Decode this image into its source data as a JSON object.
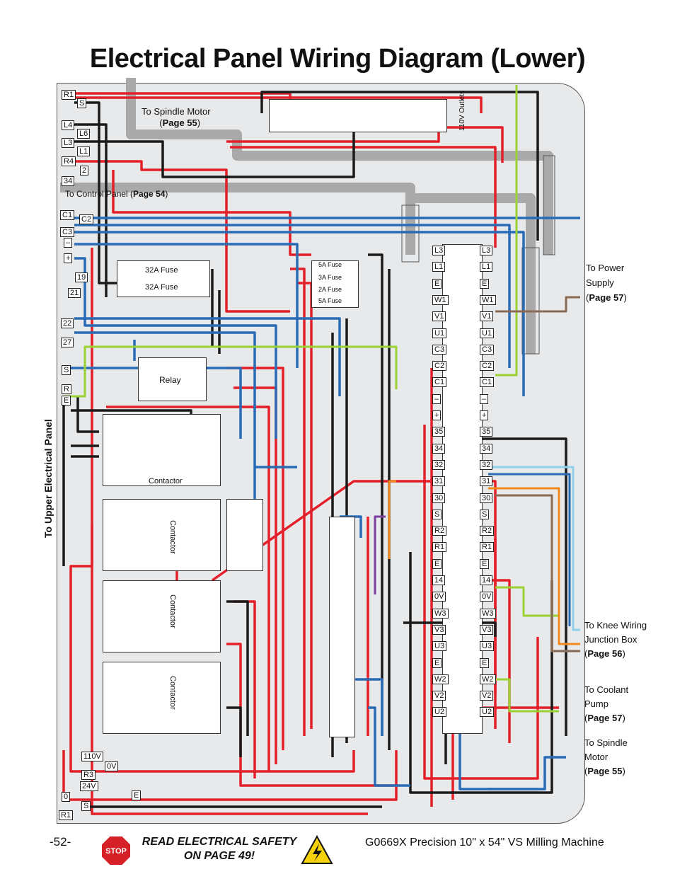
{
  "title": "Electrical Panel Wiring Diagram (Lower)",
  "callouts": {
    "spindle_motor_top": "To Spindle Motor",
    "spindle_motor_top_page": "Page 55",
    "control_panel": "To Control Panel (",
    "control_panel_page": "Page 54",
    "upper_panel": "To Upper Electrical Panel",
    "power_supply_1": "To Power",
    "power_supply_2": "Supply",
    "power_supply_page": "Page 57",
    "knee_1": "To Knee Wiring",
    "knee_2": "Junction Box",
    "knee_page": "Page 56",
    "coolant_1": "To Coolant",
    "coolant_2": "Pump",
    "coolant_page": "Page 57",
    "spindle_1": "To Spindle",
    "spindle_2": "Motor",
    "spindle_page": "Page 55",
    "outlets": "110V Outlets"
  },
  "components": {
    "fuse_32a": "32A Fuse",
    "relay": "Relay",
    "contactor": "Contactor",
    "fuse_5a": "5A Fuse",
    "fuse_3a": "3A Fuse",
    "fuse_2a": "2A Fuse"
  },
  "left_labels": [
    "R1",
    "S",
    "L4",
    "L6",
    "L3",
    "L1",
    "R4",
    "2",
    "34",
    "C1",
    "C2",
    "C3",
    "–",
    "+",
    "19",
    "21",
    "22",
    "27",
    "S",
    "R",
    "E"
  ],
  "bottom_labels": [
    "110V",
    "R3",
    "0V",
    "24V",
    "0",
    "S",
    "E",
    "R1"
  ],
  "terminal_labels": [
    "L3",
    "L1",
    "E",
    "W1",
    "V1",
    "U1",
    "C3",
    "C2",
    "C1",
    "–",
    "+",
    "35",
    "34",
    "32",
    "31",
    "30",
    "S",
    "R2",
    "R1",
    "E",
    "14",
    "0V",
    "W3",
    "V3",
    "U3",
    "E",
    "W2",
    "V2",
    "U2"
  ],
  "footer": {
    "page": "-52-",
    "warning_1": "READ ELECTRICAL SAFETY",
    "warning_2": "ON PAGE 49!",
    "stop": "STOP",
    "model": "G0669X Precision 10\" x 54\" VS Milling Machine"
  },
  "colors": {
    "red": "#e3202a",
    "black": "#1a1a1a",
    "blue": "#2a6bb5",
    "green": "#9ad234",
    "gray_cable": "#a9a9a9",
    "brown": "#8a6a52",
    "orange": "#f08a1c",
    "purple": "#7a3fa0",
    "lightblue": "#8fcfe8"
  }
}
